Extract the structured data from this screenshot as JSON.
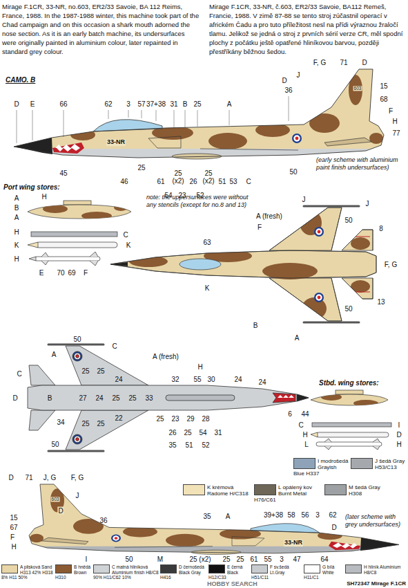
{
  "diagram": {
    "caption": "SH72347 Mirage F.1CR",
    "labels": [
      "Mirage F.1CR, 33-NR, no.603, ER2/33 Savoie, BA 112 Reims, France, 1988. In the 1987-1988 winter, this machine took part of the Chad campaign and on this occasion a shark mouth adorned the nose section. As it is an early batch machine, its undersurfaces were originally painted in aluminium colour, later repainted in standard grey colour.",
      "Mirage F.1CR, 33-NR, č.603, ER2/33 Savoie, BA112 Remeš, Francie, 1988. V zimě 87-88 se tento stroj zúčastnil operací v africkém Čadu a pro tuto příležitost nesl na přídi výraznou žraločí tlamu. Jelikož se jedná o stroj z prvních sérií verze CR, měl spodní plochy z počátku ještě opatřené hliníkovou barvou, později přestříkány běžnou šedou.",
      "CAMO. B",
      "D",
      "E",
      "66",
      "62",
      "3",
      "57",
      "37+38",
      "31",
      "B",
      "25",
      "A",
      "36",
      "F, G",
      "71",
      "D",
      "D",
      "J",
      "603",
      "15",
      "68",
      "F",
      "H",
      "77",
      "33-NR",
      "45",
      "46",
      "25",
      "61",
      "25 (x2)",
      "54",
      "23",
      "26",
      "52",
      "25 (x2)",
      "51",
      "53",
      "C",
      "50",
      "(early scheme with aluminium paint finish undersurfaces)",
      "Port wing stores:",
      "A",
      "H",
      "B",
      "A",
      "H",
      "C",
      "K",
      "K",
      "H",
      "E",
      "70",
      "69",
      "F",
      "note: the uppersurfaces were without any stencils (except for no.8 and 13)",
      "J",
      "J",
      "A (fresh)",
      "F",
      "50",
      "8",
      "63",
      "F, G",
      "K",
      "B",
      "13",
      "A",
      "50",
      "50",
      "C",
      "A",
      "C",
      "A (fresh)",
      "H",
      "25",
      "25",
      "24",
      "27",
      "24",
      "25",
      "25",
      "33",
      "32",
      "55",
      "30",
      "24",
      "25",
      "25",
      "22",
      "25",
      "23",
      "29",
      "28",
      "34",
      "26",
      "25",
      "54",
      "31",
      "35",
      "51",
      "52",
      "6",
      "44",
      "24",
      "50",
      "B",
      "D",
      "Stbd. wing stores:",
      "C",
      "I",
      "H",
      "D",
      "L",
      "H",
      "D",
      "71",
      "J, G",
      "F, G",
      "J",
      "15",
      "67",
      "F",
      "H",
      "D",
      "36",
      "35",
      "A",
      "39+38",
      "58",
      "56",
      "3",
      "62",
      "D",
      "(later scheme with grey undersurfaces)",
      "33-NR",
      "603",
      "I",
      "50",
      "M",
      "25 (x2)",
      "25",
      "25",
      "61",
      "55",
      "3",
      "47",
      "64",
      "HOBBY SEARCH"
    ],
    "legend": [
      {
        "text": "I modrošedá Grayish Blue H337",
        "color": "#8ea3b8"
      },
      {
        "text": "J šedá Gray H53/C13",
        "color": "#a5a9ad"
      },
      {
        "text": "K krémová Radome H/C318",
        "color": "#f2e2b8"
      },
      {
        "text": "L opálený kov Burnt Metal H76/C61",
        "color": "#6e6656"
      },
      {
        "text": "M šedá Gray H308",
        "color": "#9da1a4"
      },
      {
        "text": "A plisková Sand H313 42% H318 8% H11 50%",
        "color": "#e8d6a8"
      },
      {
        "text": "B hnědá Brown H310",
        "color": "#8a5a32"
      },
      {
        "text": "C matná hliníková Aluminium finish H8/C8 90% H11/C62 10%",
        "color": "#d0d3d6"
      },
      {
        "text": "D černošedá Black Gray H416",
        "color": "#3a3a3a"
      },
      {
        "text": "E černá Black H12/C33",
        "color": "#111111"
      },
      {
        "text": "F sv.šedá Lt.Gray H51/C11",
        "color": "#c8ccce"
      },
      {
        "text": "G bílá White H11/C1",
        "color": "#ffffff"
      },
      {
        "text": "H hliník Aluminium H8/C8",
        "color": "#b8bcc0"
      }
    ]
  }
}
